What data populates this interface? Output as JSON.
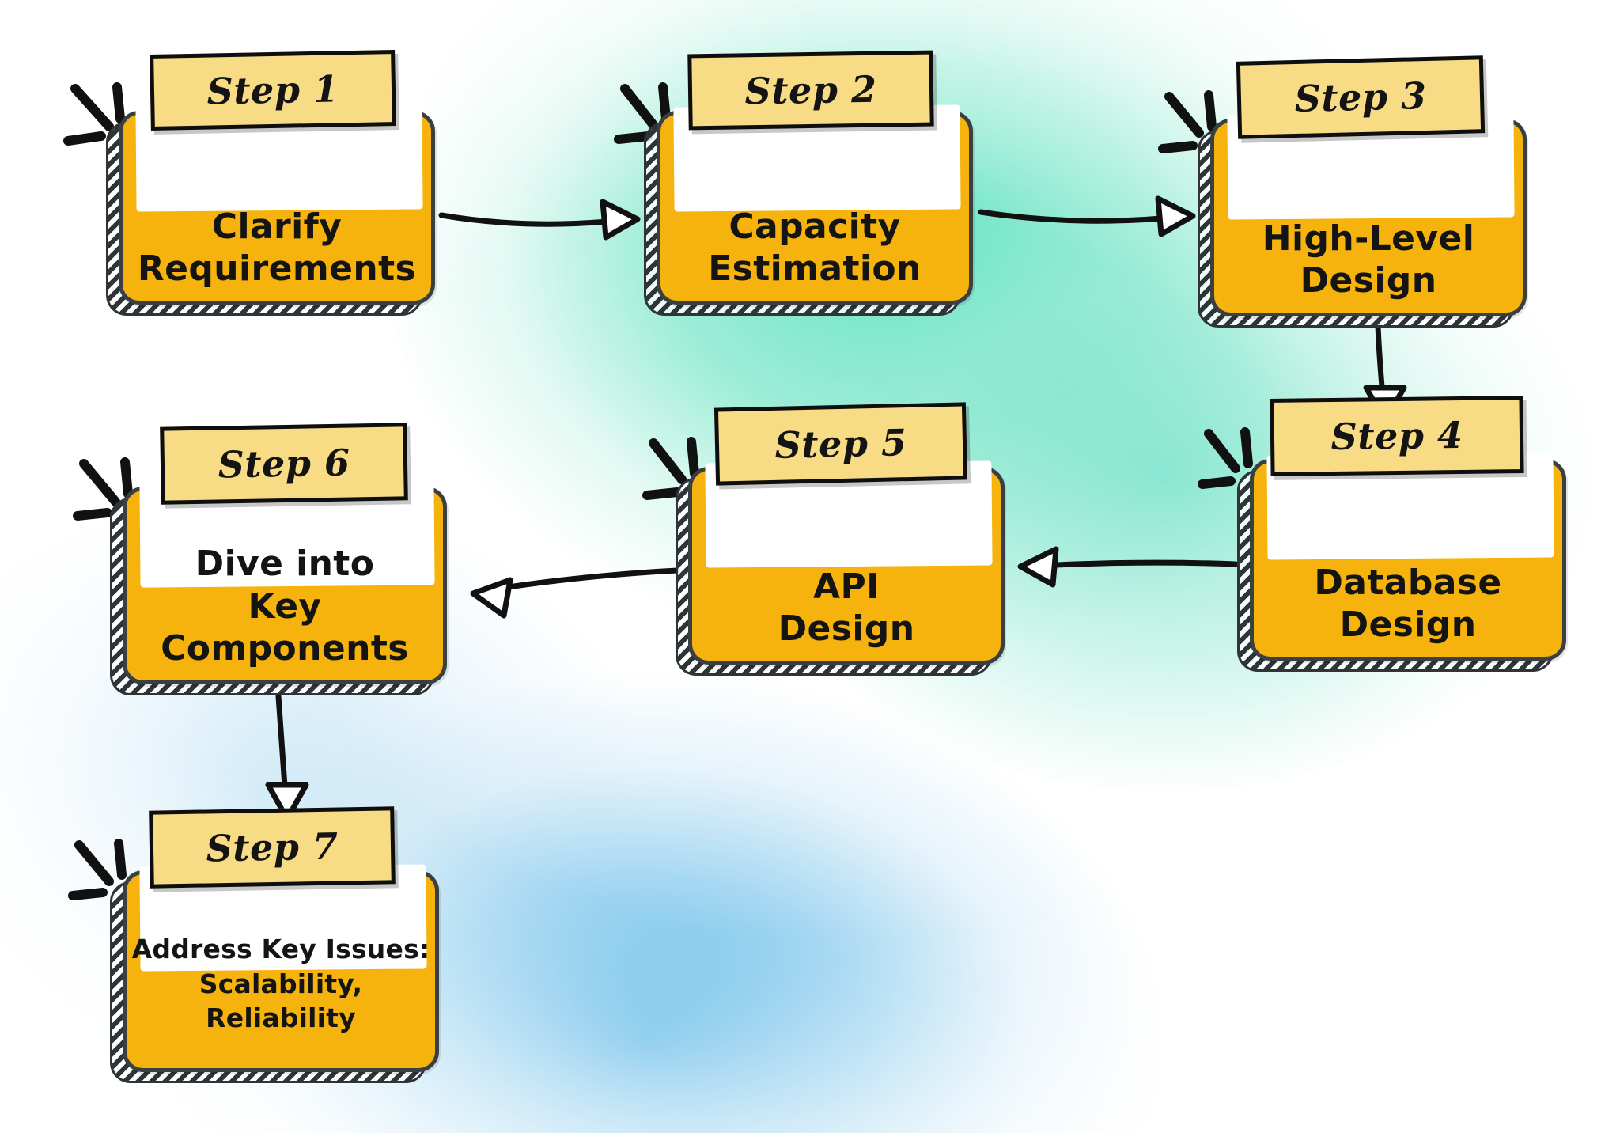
{
  "diagram": {
    "title": "System Design Interview Steps Flowchart",
    "style": "hand-drawn sketch",
    "palette": {
      "node_fill": "#F7B30D",
      "node_border": "#3A3F42",
      "tag_fill": "#F7DC85",
      "tag_border": "#0E0E0E",
      "text": "#141414",
      "paper": "#FFFFFF",
      "hatch_dark": "#2F3437",
      "bg_teal": "#5DE2C0",
      "bg_blue": "#4CB0E4",
      "bg_white": "#FFFFFF",
      "arrow_stroke": "#111111",
      "arrowhead_fill": "#FFFFFF"
    },
    "nodes": [
      {
        "id": "step-1",
        "tag": "Step 1",
        "body": "Clarify\nRequirements",
        "size": "normal"
      },
      {
        "id": "step-2",
        "tag": "Step 2",
        "body": "Capacity\nEstimation",
        "size": "normal"
      },
      {
        "id": "step-3",
        "tag": "Step 3",
        "body": "High-Level\nDesign",
        "size": "normal"
      },
      {
        "id": "step-4",
        "tag": "Step 4",
        "body": "Database\nDesign",
        "size": "normal"
      },
      {
        "id": "step-5",
        "tag": "Step 5",
        "body": "API\nDesign",
        "size": "normal"
      },
      {
        "id": "step-6",
        "tag": "Step 6",
        "body": "Dive into\nKey Components",
        "size": "normal"
      },
      {
        "id": "step-7",
        "tag": "Step 7",
        "body": "Address Key Issues:\nScalability, Reliability",
        "size": "small"
      }
    ],
    "edges": [
      {
        "from": "step-1",
        "to": "step-2",
        "direction": "right"
      },
      {
        "from": "step-2",
        "to": "step-3",
        "direction": "right"
      },
      {
        "from": "step-3",
        "to": "step-4",
        "direction": "down"
      },
      {
        "from": "step-4",
        "to": "step-5",
        "direction": "left"
      },
      {
        "from": "step-5",
        "to": "step-6",
        "direction": "left"
      },
      {
        "from": "step-6",
        "to": "step-7",
        "direction": "down"
      }
    ],
    "decorations": [
      {
        "kind": "sparkle",
        "near": "step-1"
      },
      {
        "kind": "sparkle",
        "near": "step-2"
      },
      {
        "kind": "sparkle",
        "near": "step-3"
      },
      {
        "kind": "sparkle",
        "near": "step-4"
      },
      {
        "kind": "sparkle",
        "near": "step-5"
      },
      {
        "kind": "sparkle",
        "near": "step-6"
      },
      {
        "kind": "sparkle",
        "near": "step-7"
      }
    ]
  }
}
